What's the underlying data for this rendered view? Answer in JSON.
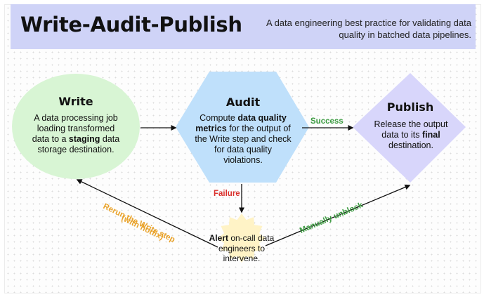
{
  "header": {
    "title": "Write-Audit-Publish",
    "subtitle": "A data engineering best practice for validating data quality in batched data pipelines."
  },
  "nodes": {
    "write": {
      "title": "Write",
      "text_before": "A data processing job loading transformed data to a ",
      "text_bold": "staging",
      "text_after": " data storage destination."
    },
    "audit": {
      "title": "Audit",
      "text_before": "Compute ",
      "text_bold": "data quality metrics",
      "text_after": " for the output of the Write step and check for data quality violations."
    },
    "publish": {
      "title": "Publish",
      "text_before": "Release the output data to its ",
      "text_bold": "final",
      "text_after": " destination."
    },
    "alert": {
      "text_bold": "Alert",
      "text_after": " on-call data engineers to intervene."
    }
  },
  "edges": {
    "success": "Success",
    "failure": "Failure",
    "rerun_line1": "Rerun the Write step",
    "rerun_line2": "(with hotfix)",
    "unblock": "Manually unblock"
  },
  "colors": {
    "header_bg": "#cfd3f7",
    "write_fill": "#d8f5d4",
    "audit_fill": "#bfe0fb",
    "publish_fill": "#d8d6fb",
    "alert_fill": "#fff3c6",
    "success": "#3a9a3f",
    "failure": "#d9302c",
    "rerun": "#e9a229",
    "unblock": "#3a9a3f"
  }
}
